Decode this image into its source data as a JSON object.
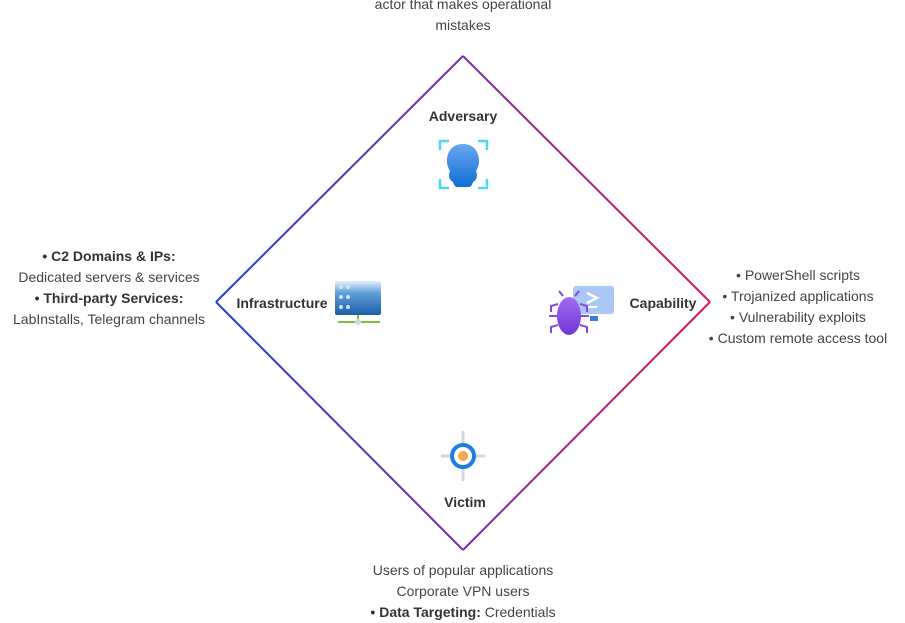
{
  "adversary": {
    "label": "Adversary",
    "icon": "face-scan-icon",
    "notes": [
      "actor that makes operational",
      "mistakes"
    ]
  },
  "infrastructure": {
    "label": "Infrastructure",
    "icon": "server-icon",
    "notes": [
      {
        "bullet": "• C2 Domains & IPs:"
      },
      {
        "text": "Dedicated servers & services"
      },
      {
        "bullet": "• Third-party Services:"
      },
      {
        "text": "LabInstalls, Telegram channels"
      }
    ]
  },
  "capability": {
    "label": "Capability",
    "icon": "bug-terminal-icon",
    "notes": [
      "• PowerShell scripts",
      "• Trojanized applications",
      "• Vulnerability exploits",
      "• Custom remote access tool"
    ]
  },
  "victim": {
    "label": "Victim",
    "icon": "target-icon",
    "notes": [
      "Users of popular applications",
      "Corporate VPN users"
    ],
    "targeting_label": "• Data Targeting:",
    "targeting_value": "Credentials"
  },
  "colors": {
    "left": "#1f3fe0",
    "top": "#7b2ea6",
    "right": "#e0174d",
    "bottom": "#7a2bb0"
  }
}
